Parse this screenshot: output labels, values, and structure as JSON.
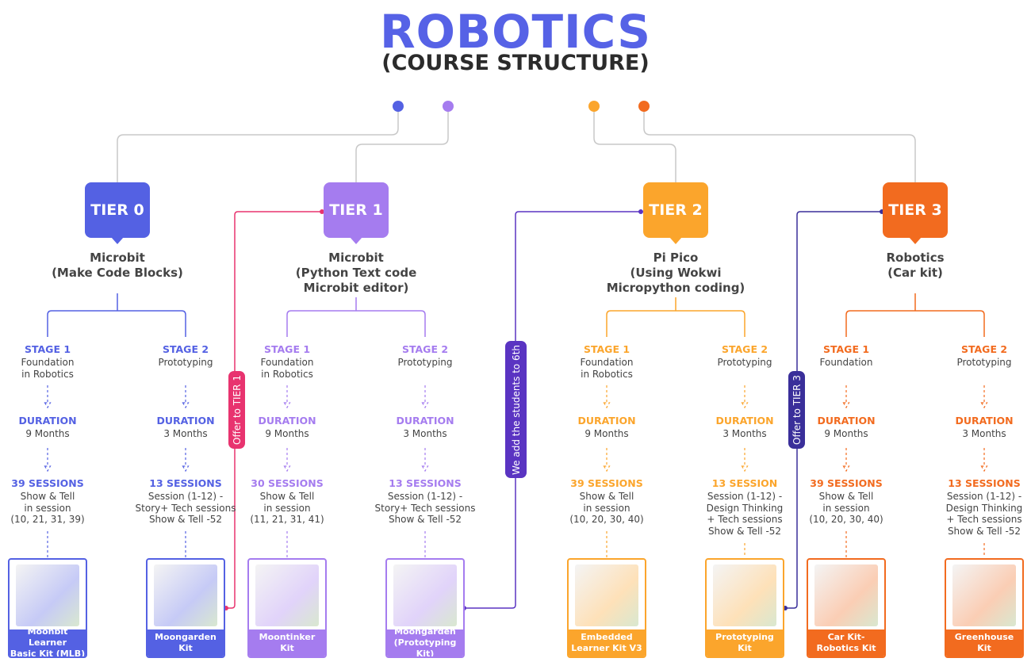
{
  "title": "ROBOTICS",
  "subtitle": "(COURSE STRUCTURE)",
  "offers": {
    "tier1": "Offer to TIER 1",
    "sixth": "We add the students to 6th",
    "tier3": "Offer to TIER 3"
  },
  "colors": {
    "title": "#5662e6",
    "offer_tier1": "#e8336f",
    "offer_sixth": "#5a34c2",
    "offer_tier3": "#3a2f9a"
  },
  "tiers": [
    {
      "label": "TIER 0",
      "color": "#5461e3",
      "subtitle": [
        "Microbit",
        "(Make Code Blocks)"
      ],
      "stages": [
        {
          "stage": "STAGE 1",
          "name": [
            "Foundation",
            "in Robotics"
          ],
          "duration_label": "DURATION",
          "duration": "9 Months",
          "sessions": "39 SESSIONS",
          "details": [
            "Show & Tell",
            "in session",
            "(10, 21, 31, 39)"
          ],
          "product": [
            "Moonbit Learner",
            "Basic Kit (MLB)"
          ]
        },
        {
          "stage": "STAGE 2",
          "name": [
            "Prototyping"
          ],
          "duration_label": "DURATION",
          "duration": "3 Months",
          "sessions": "13 SESSIONS",
          "details": [
            "Session (1-12) -",
            "Story+ Tech sessions",
            "Show & Tell -52"
          ],
          "product": [
            "Moongarden",
            "Kit"
          ]
        }
      ]
    },
    {
      "label": "TIER 1",
      "color": "#a57cef",
      "subtitle": [
        "Microbit",
        "(Python Text code",
        "Microbit editor)"
      ],
      "stages": [
        {
          "stage": "STAGE 1",
          "name": [
            "Foundation",
            "in Robotics"
          ],
          "duration_label": "DURATION",
          "duration": "9 Months",
          "sessions": "30 SESSIONS",
          "details": [
            "Show & Tell",
            "in session",
            "(11, 21, 31, 41)"
          ],
          "product": [
            "Moontinker",
            "Kit"
          ]
        },
        {
          "stage": "STAGE 2",
          "name": [
            "Prototyping"
          ],
          "duration_label": "DURATION",
          "duration": "3 Months",
          "sessions": "13 SESSIONS",
          "details": [
            "Session (1-12) -",
            "Story+ Tech sessions",
            "Show & Tell -52"
          ],
          "product": [
            "Moongarden",
            "(Prototyping Kit)"
          ]
        }
      ]
    },
    {
      "label": "TIER 2",
      "color": "#fba52c",
      "subtitle": [
        "Pi Pico",
        "(Using Wokwi",
        "Micropython coding)"
      ],
      "stages": [
        {
          "stage": "STAGE 1",
          "name": [
            "Foundation",
            "in Robotics"
          ],
          "duration_label": "DURATION",
          "duration": "9 Months",
          "sessions": "39 SESSIONS",
          "details": [
            "Show & Tell",
            "in session",
            "(10, 20, 30, 40)"
          ],
          "product": [
            "Embedded",
            "Learner Kit V3"
          ]
        },
        {
          "stage": "STAGE 2",
          "name": [
            "Prototyping"
          ],
          "duration_label": "DURATION",
          "duration": "3 Months",
          "sessions": "13 SESSION",
          "details": [
            "Session (1-12) -",
            "Design Thinking",
            "+ Tech sessions",
            "Show & Tell -52"
          ],
          "product": [
            "Prototyping",
            "Kit"
          ]
        }
      ]
    },
    {
      "label": "TIER 3",
      "color": "#f26b1f",
      "subtitle": [
        "Robotics",
        "(Car kit)"
      ],
      "stages": [
        {
          "stage": "STAGE 1",
          "name": [
            "Foundation"
          ],
          "duration_label": "DURATION",
          "duration": "9 Months",
          "sessions": "39 SESSIONS",
          "details": [
            "Show & Tell",
            "in session",
            "(10, 20, 30, 40)"
          ],
          "product": [
            "Car Kit-",
            "Robotics Kit"
          ]
        },
        {
          "stage": "STAGE 2",
          "name": [
            "Prototyping"
          ],
          "duration_label": "DURATION",
          "duration": "3 Months",
          "sessions": "13 SESSIONS",
          "details": [
            "Session (1-12) -",
            "Design Thinking",
            "+ Tech sessions",
            "Show & Tell -52"
          ],
          "product": [
            "Greenhouse",
            "Kit"
          ]
        }
      ]
    }
  ]
}
